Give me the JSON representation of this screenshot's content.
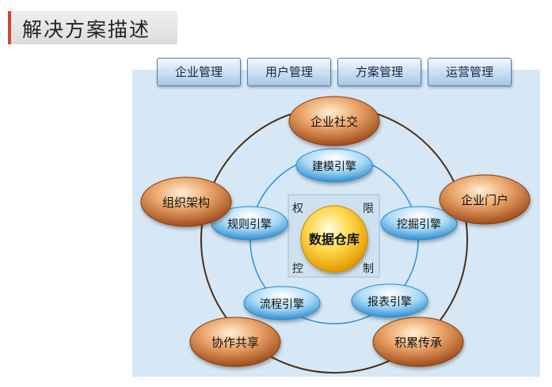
{
  "title": "解决方案描述",
  "tabs": [
    "企业管理",
    "用户管理",
    "方案管理",
    "运营管理"
  ],
  "center": {
    "label": "数据仓库",
    "corners": [
      "权",
      "限",
      "控",
      "制"
    ]
  },
  "inner_nodes": [
    "建模引擎",
    "挖掘引擎",
    "报表引擎",
    "流程引擎",
    "规则引擎"
  ],
  "outer_nodes": [
    "企业社交",
    "企业门户",
    "积累传承",
    "协作共享",
    "组织架构"
  ],
  "colors": {
    "accent": "#d0423a",
    "panel_bg": "#d6e7f5",
    "ring": "#4a2e14",
    "orange_node": "#c8733a",
    "blue_node": "#4fa8e0",
    "center_box": "#ffe58a"
  }
}
